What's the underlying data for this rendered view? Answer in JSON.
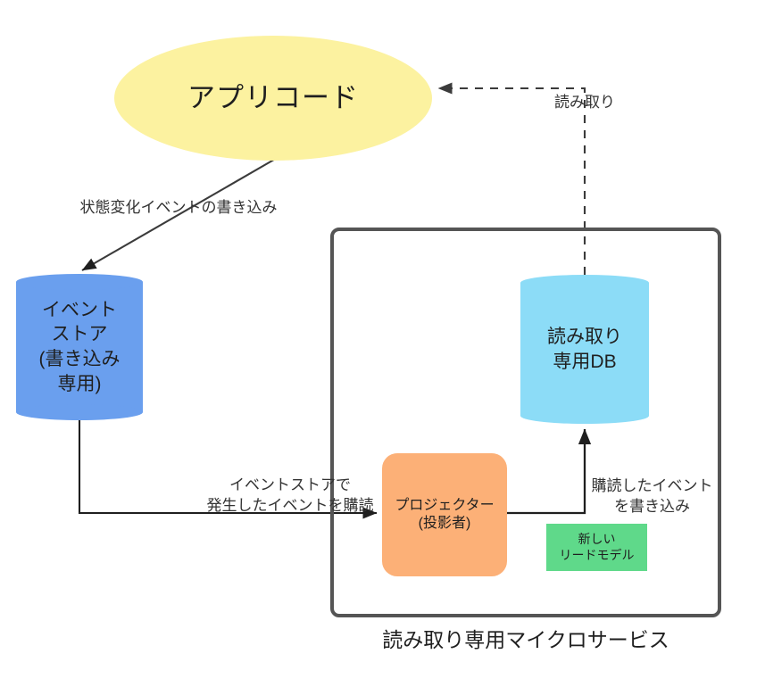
{
  "diagram": {
    "title": "CQRS read-only microservice diagram",
    "nodes": {
      "app_code": {
        "label": "アプリコード",
        "shape": "ellipse",
        "color": "#fcf2a0"
      },
      "event_store": {
        "label": "イベント\nストア\n(書き込み\n専用)",
        "shape": "cylinder",
        "color": "#6a9fee"
      },
      "read_db": {
        "label": "読み取り\n専用DB",
        "shape": "cylinder",
        "color": "#8cdcf7"
      },
      "projector": {
        "label": "プロジェクター\n(投影者)",
        "shape": "rounded-rect",
        "color": "#fcb077"
      },
      "read_model": {
        "label": "新しい\nリードモデル",
        "shape": "rect",
        "color": "#5fd98a"
      }
    },
    "boundary": {
      "caption": "読み取り専用マイクロサービス",
      "border_color": "#555555"
    },
    "edges": [
      {
        "id": "write-events",
        "label": "状態変化イベントの書き込み",
        "from": "app_code",
        "to": "event_store",
        "style": "solid"
      },
      {
        "id": "read",
        "label": "読み取り",
        "from": "read_db",
        "to": "app_code",
        "style": "dashed"
      },
      {
        "id": "subscribe",
        "label": "イベントストアで\n発生したイベントを購読",
        "from": "event_store",
        "to": "projector",
        "style": "solid"
      },
      {
        "id": "write-subscribed",
        "label": "購読したイベント\nを書き込み",
        "from": "projector",
        "to": "read_db",
        "style": "solid"
      }
    ]
  }
}
